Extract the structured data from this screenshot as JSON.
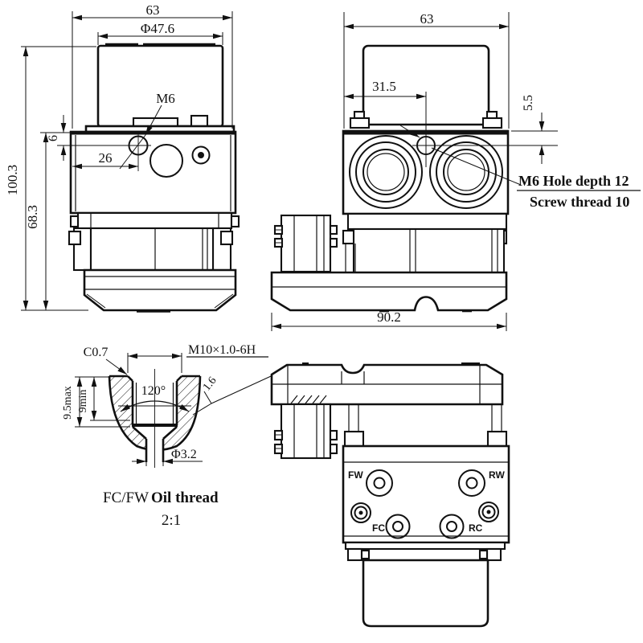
{
  "front_view": {
    "dim_width": "63",
    "dim_cap_dia": "Φ47.6",
    "label_thread": "M6",
    "dim_offset_x": "26",
    "dim_offset_y": "6",
    "dim_total_height": "100.3",
    "dim_block_height": "68.3"
  },
  "side_view": {
    "dim_width": "63",
    "dim_hole_x": "31.5",
    "dim_hole_y": "5.5",
    "dim_base_width": "90.2",
    "note_line1": "M6 Hole depth 12",
    "note_line2": "Screw thread 10"
  },
  "detail_view": {
    "dim_chamfer": "C0.7",
    "dim_thread": "M10×1.0-6H",
    "dim_angle": "120°",
    "dim_roughness": "1.6",
    "dim_depth_max": "9.5max",
    "dim_depth_min": "9min",
    "dim_hole_dia": "Φ3.2",
    "title_ports": "FC/FW",
    "title_text": "Oil thread",
    "title_scale": "2:1"
  },
  "bottom_view": {
    "port_fw": "FW",
    "port_rw": "RW",
    "port_fc": "FC",
    "port_rc": "RC"
  },
  "colors": {
    "line": "#111111",
    "background": "#ffffff"
  }
}
